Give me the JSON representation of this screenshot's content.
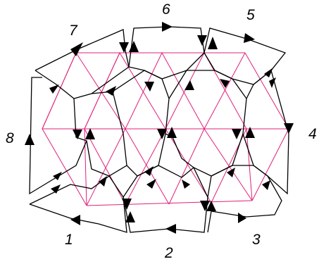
{
  "diagram": {
    "colors": {
      "triangulation": "#e0207a",
      "boundary": "#000000",
      "background": "#ffffff"
    },
    "boundary_labels": [
      "1",
      "2",
      "3",
      "4",
      "5",
      "6",
      "7",
      "8"
    ]
  }
}
